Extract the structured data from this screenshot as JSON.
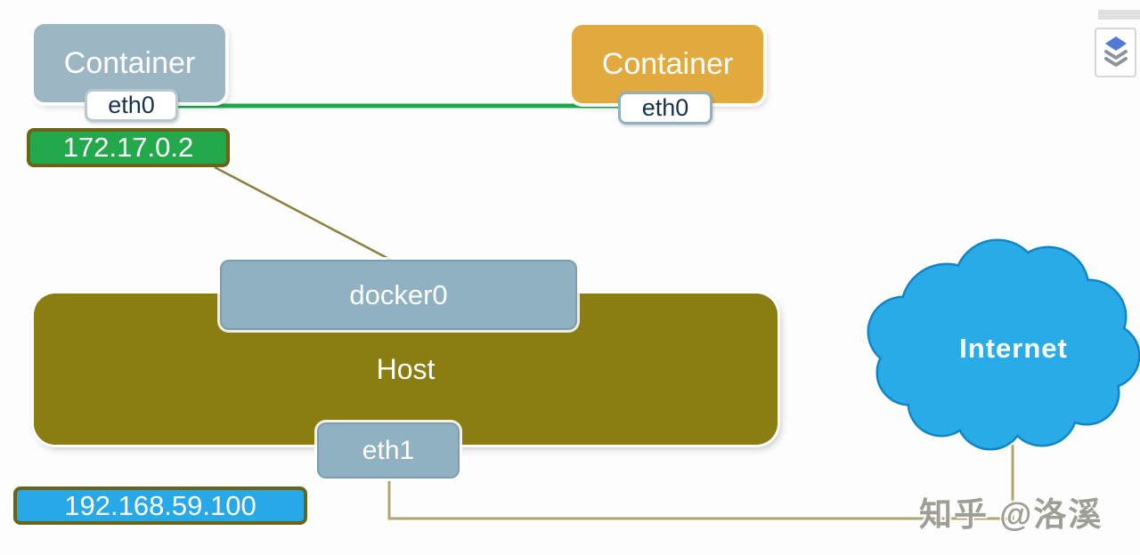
{
  "diagram": {
    "left_container": {
      "label": "Container",
      "interface": "eth0",
      "ip": "172.17.0.2"
    },
    "right_container": {
      "label": "Container",
      "interface": "eth0"
    },
    "bridge": {
      "label": "docker0"
    },
    "host": {
      "label": "Host",
      "interface": "eth1",
      "ip": "192.168.59.100"
    },
    "internet": {
      "label": "Internet"
    },
    "watermark": "知乎 @洛溪",
    "colors": {
      "container_left_bg": "#9cb6c3",
      "container_right_bg": "#e2a93e",
      "bridge_bg": "#8fb1c1",
      "host_bg": "#8a7d12",
      "ip_green_bg": "#23a94b",
      "ip_blue_bg": "#29a8e8",
      "ip_border": "#6b6418",
      "veth_link_green": "#1fa94d",
      "wire_olive": "#8a8040",
      "connector_tan": "#ada673",
      "cloud_fill": "#29abe8",
      "cloud_outline": "#1285c5"
    },
    "icons": {
      "toolbar": "layers-icon"
    }
  }
}
